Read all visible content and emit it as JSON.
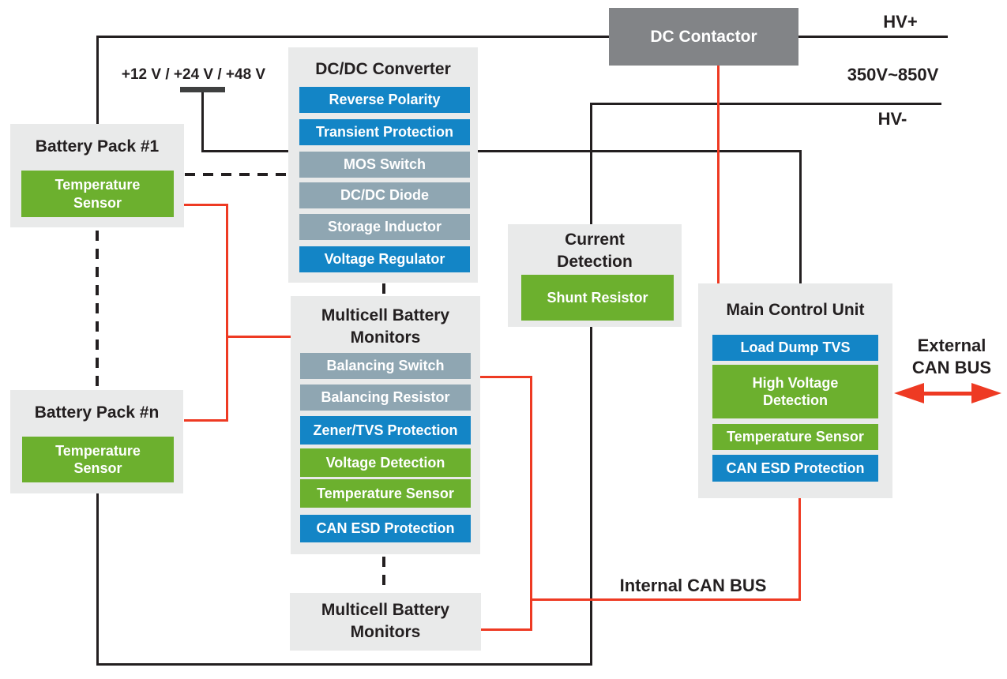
{
  "colors": {
    "blue": "#1385c6",
    "slate": "#8fa6b2",
    "green": "#6cb02e",
    "panel": "#e9eaea",
    "contactor": "#828487",
    "red": "#ee3a23",
    "black": "#231f20",
    "bar-dark": "#3f4040"
  },
  "labels": {
    "supply_rail": "+12 V / +24 V / +48 V",
    "hv_plus": "HV+",
    "hv_range": "350V~850V",
    "hv_minus": "HV-",
    "external_can_bus": "External CAN BUS",
    "internal_can_bus": "Internal CAN BUS"
  },
  "blocks": {
    "dc_contactor": {
      "title": "DC Contactor"
    },
    "battery_pack_1": {
      "title": "Battery Pack #1",
      "items": [
        {
          "label": "Temperature Sensor",
          "color": "green"
        }
      ]
    },
    "battery_pack_n": {
      "title": "Battery Pack #n",
      "items": [
        {
          "label": "Temperature Sensor",
          "color": "green"
        }
      ]
    },
    "dcdc_converter": {
      "title": "DC/DC Converter",
      "items": [
        {
          "label": "Reverse Polarity",
          "color": "blue"
        },
        {
          "label": "Transient Protection",
          "color": "blue"
        },
        {
          "label": "MOS Switch",
          "color": "slate"
        },
        {
          "label": "DC/DC Diode",
          "color": "slate"
        },
        {
          "label": "Storage Inductor",
          "color": "slate"
        },
        {
          "label": "Voltage Regulator",
          "color": "blue"
        }
      ]
    },
    "multicell_monitors_1": {
      "title": "Multicell Battery Monitors",
      "items": [
        {
          "label": "Balancing Switch",
          "color": "slate"
        },
        {
          "label": "Balancing Resistor",
          "color": "slate"
        },
        {
          "label": "Zener/TVS Protection",
          "color": "blue"
        },
        {
          "label": "Voltage Detection",
          "color": "green"
        },
        {
          "label": "Temperature Sensor",
          "color": "green"
        },
        {
          "label": "CAN ESD Protection",
          "color": "blue"
        }
      ]
    },
    "current_detection": {
      "title": "Current Detection",
      "items": [
        {
          "label": "Shunt Resistor",
          "color": "green"
        }
      ]
    },
    "main_control_unit": {
      "title": "Main Control Unit",
      "items": [
        {
          "label": "Load Dump TVS",
          "color": "blue"
        },
        {
          "label": "High Voltage Detection",
          "color": "green"
        },
        {
          "label": "Temperature Sensor",
          "color": "green"
        },
        {
          "label": "CAN ESD Protection",
          "color": "blue"
        }
      ]
    },
    "multicell_monitors_2": {
      "title": "Multicell Battery Monitors"
    }
  }
}
